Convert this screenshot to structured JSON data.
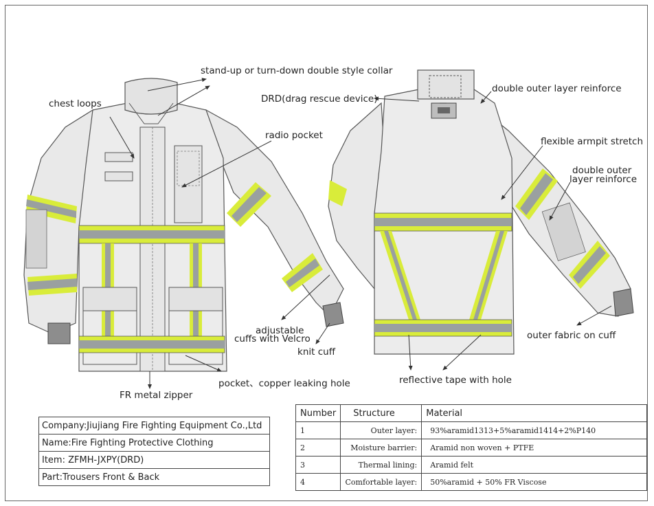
{
  "callouts": {
    "collar": "stand-up or turn-down double style collar",
    "chest_loops": "chest loops",
    "drd": "DRD(drag rescue device)",
    "outer_reinforce_top": "double outer layer reinforce",
    "radio_pocket": "radio pocket",
    "armpit": "flexible armpit stretch",
    "outer_reinforce_sleeve_1": "double outer",
    "outer_reinforce_sleeve_2": "layer reinforce",
    "adjustable_cuffs_1": "adjustable",
    "adjustable_cuffs_2": "cuffs with Velcro",
    "knit_cuff": "knit cuff",
    "outer_fabric_cuff": "outer fabric on cuff",
    "pocket_hole": "pocket、copper leaking hole",
    "reflective_tape": "reflective tape with hole",
    "zipper": "FR metal zipper"
  },
  "info": {
    "company": "Company:Jiujiang Fire Fighting Equipment Co.,Ltd",
    "name": "Name:Fire Fighting Protective Clothing",
    "item": "Item: ZFMH-JXPY(DRD)",
    "part": "Part:Trousers   Front & Back"
  },
  "materials": {
    "headers": {
      "number": "Number",
      "structure": "Structure",
      "material": "Material"
    },
    "rows": [
      {
        "number": "1",
        "structure": "Outer layer:",
        "material": "93%aramid1313+5%aramid1414+2%P140"
      },
      {
        "number": "2",
        "structure": "Moisture barrier:",
        "material": "Aramid non woven + PTFE"
      },
      {
        "number": "3",
        "structure": "Thermal lining:",
        "material": "Aramid felt"
      },
      {
        "number": "4",
        "structure": "Comfortable layer:",
        "material": "50%aramid + 50% FR Viscose"
      }
    ]
  },
  "colors": {
    "garment": "#e9e9e9",
    "garment_shade": "#d6d6d6",
    "reflective_yellow": "#d9ec3a",
    "reflective_silver": "#9aa0a0",
    "outline": "#555555"
  }
}
